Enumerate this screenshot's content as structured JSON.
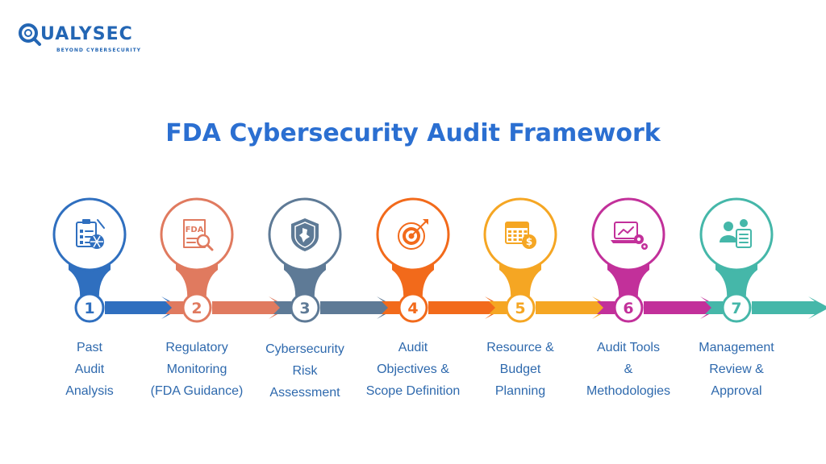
{
  "brand": {
    "name": "UALYSEC",
    "tagline": "BEYOND CYBERSECURITY",
    "color": "#2366b4"
  },
  "title": "FDA Cybersecurity Audit Framework",
  "steps": [
    {
      "number": "1",
      "label": "Past\nAudit\nAnalysis",
      "color": "#2f6fbf",
      "icon": "audit-clipboard-icon"
    },
    {
      "number": "2",
      "label": "Regulatory\nMonitoring\n(FDA Guidance)",
      "color": "#e07a5f",
      "icon": "fda-document-search-icon",
      "icon_text": "FDA"
    },
    {
      "number": "3",
      "label": "Cybersecurity\nRisk\nAssessment",
      "color": "#5e7a96",
      "icon": "shield-icon"
    },
    {
      "number": "4",
      "label": "Audit\nObjectives &\nScope Definition",
      "color": "#f26a1b",
      "icon": "target-icon"
    },
    {
      "number": "5",
      "label": "Resource &\nBudget\nPlanning",
      "color": "#f5a623",
      "icon": "calendar-budget-icon"
    },
    {
      "number": "6",
      "label": "Audit Tools\n&\nMethodologies",
      "color": "#c2309a",
      "icon": "laptop-gears-icon"
    },
    {
      "number": "7",
      "label": "Management\nReview &\nApproval",
      "color": "#45b7a9",
      "icon": "team-review-icon"
    }
  ]
}
